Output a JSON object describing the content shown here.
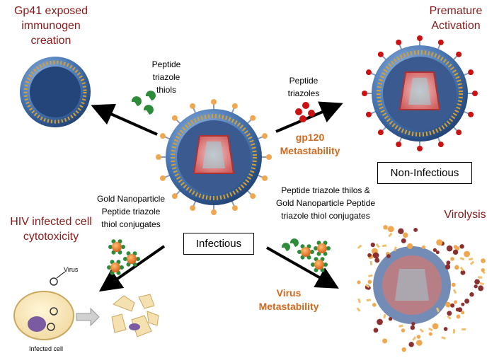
{
  "labels": {
    "gp41_title": "Gp41 exposed immunogen creation",
    "premature_title": "Premature Activation",
    "hiv_cell_title": "HIV infected cell cytotoxicity",
    "virolysis_title": "Virolysis",
    "peptide_triazole_thiols": "Peptide triazole thiols",
    "peptide_triazoles": "Peptide triazoles",
    "gold_conjugates": "Gold Nanoparticle Peptide triazole thiol conjugates",
    "peptide_thiols_gold": "Peptide triazole thilos & Gold Nanoparticle Peptide triazole thiol conjugates",
    "gp120_metastability": "gp120 Metastability",
    "virus_metastability": "Virus Metastability",
    "non_infectious": "Non-Infectious",
    "infectious": "Infectious",
    "virus_label": "Virus",
    "infected_cell_label": "Infected cell"
  },
  "colors": {
    "title_red": "#8b1a1a",
    "metastability_orange": "#d2691e",
    "envelope_blue": "#3f6fa8",
    "spike_orange": "#f0a850",
    "peptide_green": "#2e8b3a",
    "peptide_red": "#cc1111",
    "gold_orange": "#e8781e"
  }
}
